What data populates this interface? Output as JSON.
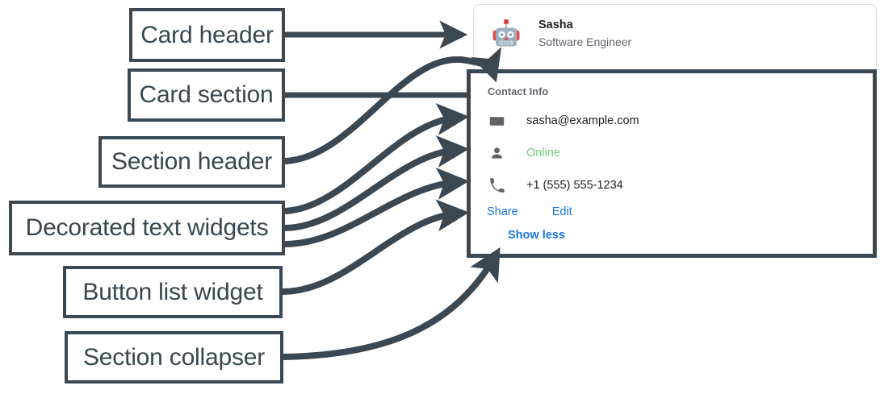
{
  "annotations": [
    {
      "id": "card-header",
      "label": "Card header"
    },
    {
      "id": "card-section",
      "label": "Card section"
    },
    {
      "id": "section-header",
      "label": "Section header"
    },
    {
      "id": "decorated-text",
      "label": "Decorated text widgets"
    },
    {
      "id": "button-list",
      "label": "Button list widget"
    },
    {
      "id": "section-collapser",
      "label": "Section collapser"
    }
  ],
  "card": {
    "header": {
      "avatar_icon": "robot-avatar-icon",
      "title": "Sasha",
      "subtitle": "Software Engineer"
    },
    "section": {
      "header": "Contact Info",
      "rows": [
        {
          "icon": "email-icon",
          "text": "sasha@example.com",
          "status": "default"
        },
        {
          "icon": "person-icon",
          "text": "Online",
          "status": "online"
        },
        {
          "icon": "phone-icon",
          "text": "+1 (555) 555-1234",
          "status": "default"
        }
      ],
      "buttons": [
        {
          "label": "Share"
        },
        {
          "label": "Edit"
        }
      ],
      "collapser": {
        "label": "Show less"
      }
    }
  },
  "colors": {
    "annotation_stroke": "#3a4854",
    "link_blue": "#1a73e8",
    "status_green": "#6fcf76",
    "card_border": "#dadce0",
    "muted_text": "#5f6368",
    "primary_text": "#202124"
  }
}
